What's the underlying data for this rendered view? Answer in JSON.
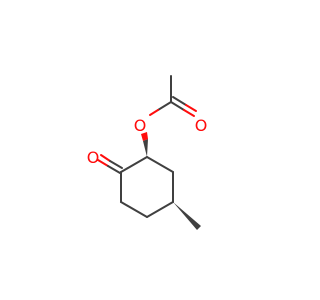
{
  "molecule": {
    "atoms": {
      "ring_oxygen_label": "O",
      "ester_oxygen_label": "O",
      "carbonyl_oxygen_label": "O"
    },
    "colors": {
      "bond": "#404040",
      "oxygen": "#ff0d0d",
      "background": "#ffffff"
    }
  }
}
